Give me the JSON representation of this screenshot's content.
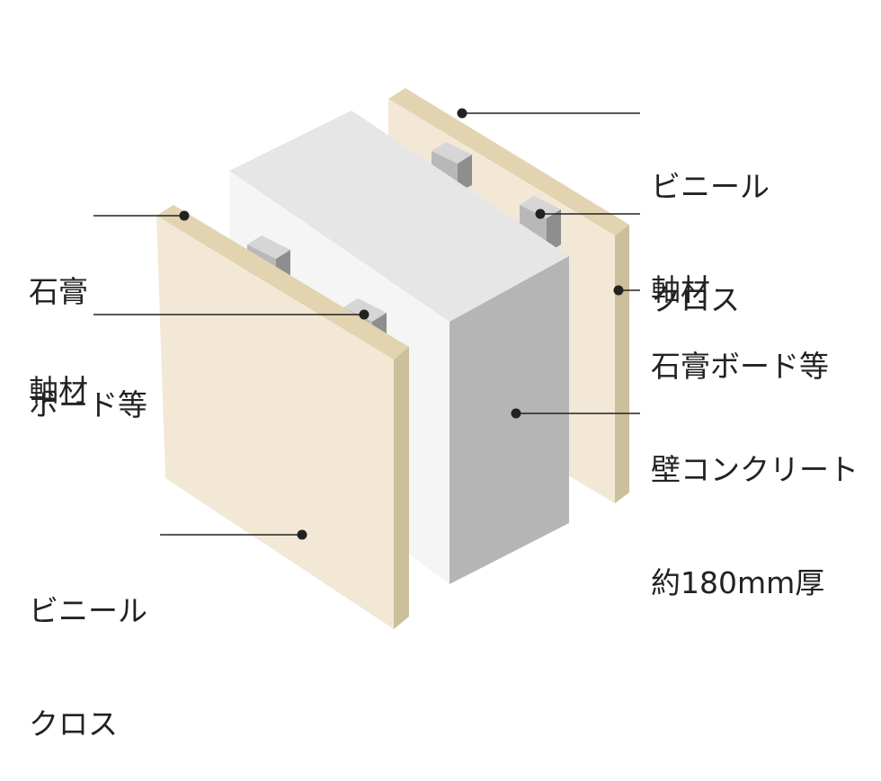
{
  "diagram": {
    "labels": {
      "right_vinyl_cloth": [
        "ビニール",
        "クロス"
      ],
      "right_stud": "軸材",
      "right_gypsum_board": "石膏ボード等",
      "concrete_wall": [
        "壁コンクリート",
        "約180mm厚"
      ],
      "left_gypsum_board": [
        "石膏",
        "ボード等"
      ],
      "left_stud": "軸材",
      "left_vinyl_cloth": [
        "ビニール",
        "クロス"
      ]
    },
    "colors": {
      "board_face": "#f3e8d5",
      "board_edge": "#cbbf9c",
      "board_top": "#e2d4b0",
      "concrete_front": "#f5f5f5",
      "concrete_top": "#e6e6e6",
      "concrete_side": "#b5b5b5",
      "stud_front": "#b8b8b8",
      "stud_top": "#d6d6d6",
      "stud_side": "#8e8e8e",
      "leader": "#222222",
      "text": "#222222"
    }
  }
}
